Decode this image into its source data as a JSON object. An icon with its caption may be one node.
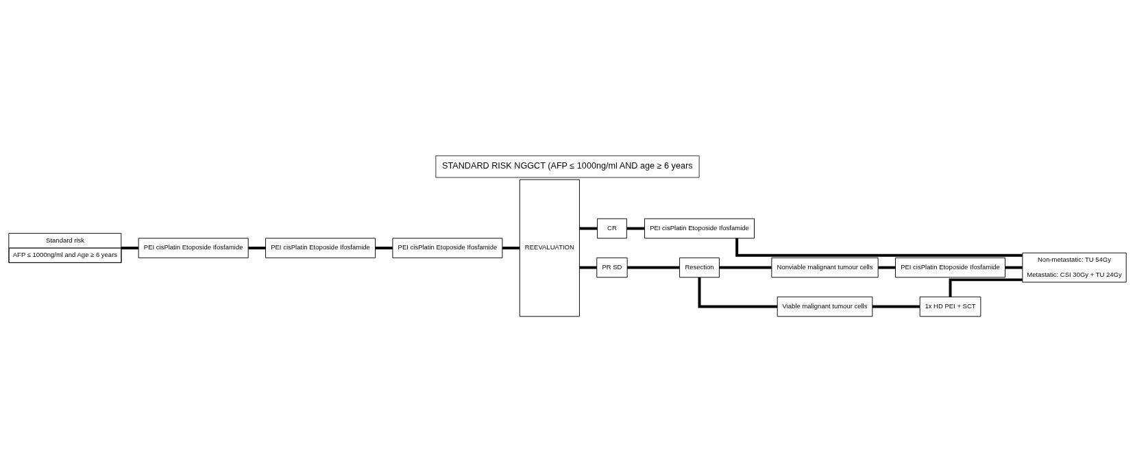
{
  "diagram": {
    "title": "STANDARD RISK NGGCT (AFP ≤ 1000ng/ml AND age ≥ 6 years",
    "nodes": [
      {
        "text": [
          "Standard risk",
          "AFP ≤ 1000ng/ml and Age ≥ 6 years"
        ]
      },
      {
        "text": [
          "PEI cisPlatin Etoposide Ifosfamide"
        ]
      },
      {
        "text": [
          "PEI cisPlatin Etoposide Ifosfamide"
        ]
      },
      {
        "text": [
          "PEI cisPlatin Etoposide Ifosfamide"
        ]
      },
      {
        "text": [
          "REEVALUATION"
        ]
      },
      {
        "text": [
          "CR"
        ]
      },
      {
        "text": [
          "PR SD"
        ]
      },
      {
        "text": [
          "Resection"
        ]
      },
      {
        "text": [
          "Nonviable malignant tumour cells"
        ]
      },
      {
        "text": [
          "Viable malignant tumour cells"
        ]
      },
      {
        "text": [
          "PEI cisPlatin Etoposide Ifosfamide"
        ]
      },
      {
        "text": [
          "PEI cisPlatin Etoposide Ifosfamide"
        ]
      },
      {
        "text": [
          "1x HD PEI + SCT"
        ]
      },
      {
        "text": [
          "Non-metastatic: TU 54Gy",
          "Metastatic: CSI 30Gy + TU 24Gy"
        ]
      }
    ],
    "edges": [
      {
        "from": 0,
        "to": 1,
        "arrow": "none"
      },
      {
        "from": 1,
        "to": 2,
        "arrow": "none"
      },
      {
        "from": 2,
        "to": 3,
        "arrow": "none"
      },
      {
        "from": 3,
        "to": 4,
        "arrow": "none"
      },
      {
        "from": 4,
        "to": 5,
        "arrow": "none"
      },
      {
        "from": 4,
        "to": 6,
        "arrow": "none"
      },
      {
        "from": 5,
        "to": 10,
        "arrow": "none"
      },
      {
        "from": 6,
        "to": 7,
        "arrow": "none"
      },
      {
        "from": 7,
        "to": 8,
        "arrow": "none"
      },
      {
        "from": 7,
        "to": 9,
        "arrow": "none"
      },
      {
        "from": 8,
        "to": 11,
        "arrow": "none"
      },
      {
        "from": 9,
        "to": 12,
        "arrow": "none"
      },
      {
        "from": 10,
        "to": 13,
        "arrow": "none"
      },
      {
        "from": 11,
        "to": 13,
        "arrow": "none"
      },
      {
        "from": 12,
        "to": 13,
        "arrow": "none"
      }
    ]
  }
}
